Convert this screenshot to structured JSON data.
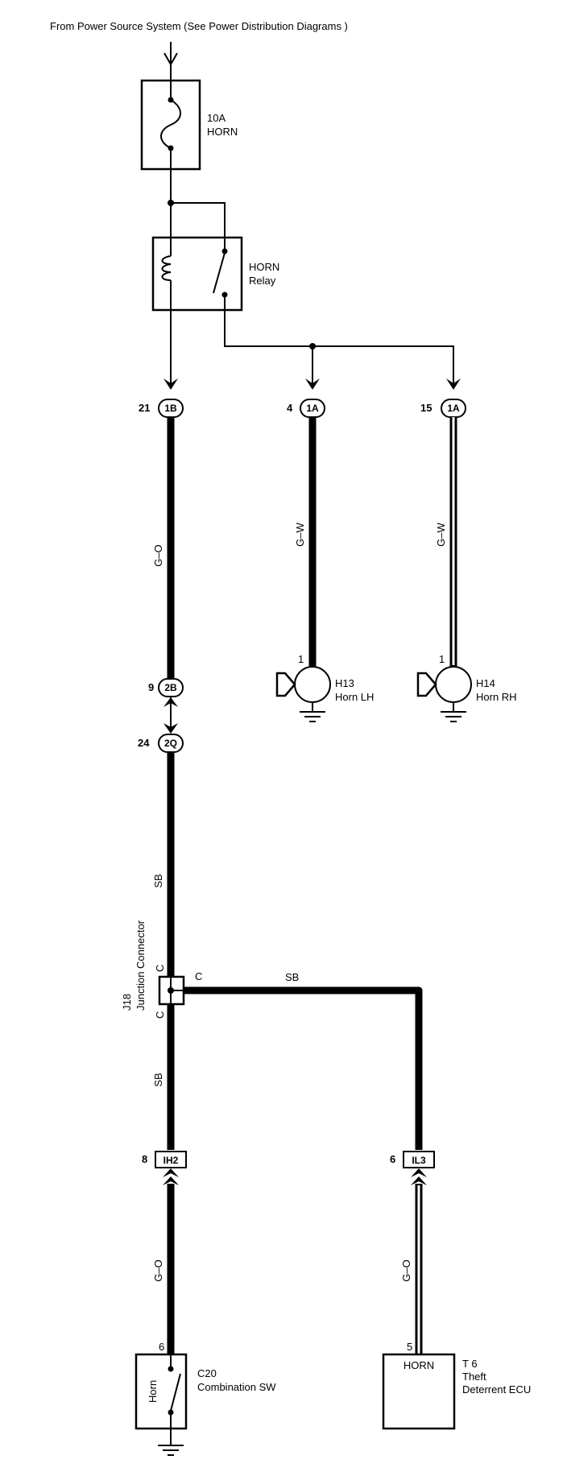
{
  "title": "From Power Source System (See Power Distribution Diagrams )",
  "fuse": {
    "rating": "10A",
    "name": "HORN"
  },
  "relay": {
    "line1": "HORN",
    "line2": "Relay"
  },
  "connectors": {
    "c_1b": {
      "pin": "21",
      "label": "1B"
    },
    "c_1a_lh": {
      "pin": "4",
      "label": "1A"
    },
    "c_1a_rh": {
      "pin": "15",
      "label": "1A"
    },
    "c_2b": {
      "pin": "9",
      "label": "2B"
    },
    "c_2q": {
      "pin": "24",
      "label": "2Q"
    },
    "c_ih2": {
      "pin": "8",
      "label": "IH2"
    },
    "c_il3": {
      "pin": "6",
      "label": "IL3"
    }
  },
  "wires": {
    "go_upper": "G–O",
    "gw_lh": "G–W",
    "gw_rh": "G–W",
    "sb_upper": "SB",
    "sb_horizontal": "SB",
    "sb_lower": "SB",
    "go_lower_left": "G–O",
    "go_lower_right": "G–O"
  },
  "horn_lh": {
    "pin": "1",
    "code": "H13",
    "name": "Horn LH"
  },
  "horn_rh": {
    "pin": "1",
    "code": "H14",
    "name": "Horn RH"
  },
  "junction": {
    "code": "J18",
    "name": "Junction Connector",
    "pin_top": "C",
    "pin_right": "C",
    "pin_bottom": "C"
  },
  "combination_sw": {
    "pin": "6",
    "inner": "Horn",
    "code": "C20",
    "name": "Combination SW"
  },
  "theft_ecu": {
    "pin": "5",
    "inner": "HORN",
    "code": "T 6",
    "name1": "Theft",
    "name2": "Deterrent ECU"
  }
}
